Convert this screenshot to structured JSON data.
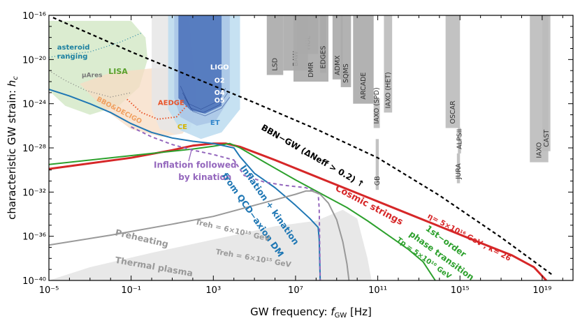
{
  "chart_data": {
    "type": "line",
    "title": "",
    "xlabel": "GW frequency: f_GW [Hz]",
    "ylabel": "characteristic GW strain: h_c",
    "xscale": "log",
    "yscale": "log",
    "xlim_log10": [
      -5,
      20.5
    ],
    "ylim_log10": [
      -40,
      -16
    ],
    "x_tick_labels": [
      "10⁻⁵",
      "10⁻¹",
      "10³",
      "10⁷",
      "10¹¹",
      "10¹⁵",
      "10¹⁹"
    ],
    "y_tick_labels": [
      "10⁻⁴⁰",
      "10⁻³⁶",
      "10⁻³²",
      "10⁻²⁸",
      "10⁻²⁴",
      "10⁻²⁰",
      "10⁻¹⁶"
    ],
    "colors": {
      "cosmic_strings": "#d62728",
      "first_order": "#2ca02c",
      "inflation_axion": "#1f77b4",
      "inflation_kination": "#9467bd",
      "preheating": "#999999",
      "bbn": "#000000",
      "aedge": "#e8542a",
      "bbo": "#f0a060",
      "lisa": "#5aa02c",
      "ligo": "#3355bb",
      "et": "#3388cc",
      "ce": "#d4b400",
      "ares": "#777777",
      "asteroid": "#1a7fa0"
    },
    "series": [
      {
        "name": "Cosmic strings",
        "label_params": "η = 5×10¹⁶ GeV , κ = 26",
        "log_points": [
          [
            -5,
            -29.9
          ],
          [
            -1,
            -28.9
          ],
          [
            1,
            -28.2
          ],
          [
            2,
            -27.8
          ],
          [
            3,
            -27.6
          ],
          [
            3.6,
            -27.6
          ],
          [
            4.3,
            -27.9
          ],
          [
            6,
            -29.1
          ],
          [
            8,
            -30.6
          ],
          [
            10,
            -32.1
          ],
          [
            12,
            -33.6
          ],
          [
            14,
            -35.1
          ],
          [
            16,
            -36.6
          ],
          [
            17.5,
            -37.7
          ],
          [
            18.6,
            -38.8
          ],
          [
            19.2,
            -40
          ]
        ]
      },
      {
        "name": "1st-order phase transition",
        "label_params": "T_p = 5×10¹⁰ GeV",
        "log_points": [
          [
            -5,
            -29.5
          ],
          [
            -2,
            -28.9
          ],
          [
            0,
            -28.5
          ],
          [
            2,
            -28.1
          ],
          [
            3,
            -27.85
          ],
          [
            3.8,
            -27.6
          ],
          [
            4.3,
            -28
          ],
          [
            5.5,
            -29.3
          ],
          [
            7,
            -30.9
          ],
          [
            8.5,
            -32.4
          ],
          [
            9.5,
            -33.4
          ],
          [
            10.5,
            -34.6
          ],
          [
            11.5,
            -35.9
          ],
          [
            12.5,
            -37.2
          ],
          [
            13.2,
            -38.3
          ],
          [
            13.8,
            -40
          ]
        ]
      },
      {
        "name": "Inflation + kination from QCD−axion DM",
        "log_points": [
          [
            -5,
            -22.7
          ],
          [
            -4,
            -23.3
          ],
          [
            -3,
            -24
          ],
          [
            -2,
            -24.8
          ],
          [
            -1,
            -25.8
          ],
          [
            0,
            -26.6
          ],
          [
            1,
            -27.1
          ],
          [
            2,
            -27.4
          ],
          [
            3,
            -27.6
          ],
          [
            4,
            -28
          ],
          [
            4.3,
            -28.8
          ],
          [
            5,
            -30.3
          ],
          [
            6,
            -31.6
          ],
          [
            7,
            -33.2
          ],
          [
            7.7,
            -34.4
          ],
          [
            8.1,
            -35.2
          ],
          [
            8.15,
            -36.3
          ],
          [
            8.2,
            -40
          ]
        ]
      },
      {
        "name": "Inflation followed by kination",
        "style": "dashed",
        "log_points": [
          [
            -1,
            -26.1
          ],
          [
            0,
            -27
          ],
          [
            1,
            -27.7
          ],
          [
            2,
            -28.2
          ],
          [
            3,
            -28.6
          ],
          [
            4,
            -29.1
          ],
          [
            4.5,
            -30.5
          ],
          [
            5.5,
            -31.1
          ],
          [
            6.5,
            -31.4
          ],
          [
            7.5,
            -31.6
          ],
          [
            8.1,
            -32.1
          ],
          [
            8.15,
            -33.5
          ],
          [
            8.2,
            -40
          ]
        ]
      },
      {
        "name": "Preheating",
        "label_params": "T_reh = 6×10¹⁵ GeV",
        "log_points": [
          [
            -5,
            -36.8
          ],
          [
            -2,
            -35.9
          ],
          [
            1,
            -34.9
          ],
          [
            3,
            -34.2
          ],
          [
            5,
            -33.2
          ],
          [
            7,
            -32.2
          ],
          [
            7.5,
            -31.9
          ],
          [
            7.8,
            -31.9
          ],
          [
            8.2,
            -32.2
          ],
          [
            8.6,
            -33
          ],
          [
            9,
            -34.5
          ],
          [
            9.3,
            -36.5
          ],
          [
            9.5,
            -38.5
          ],
          [
            9.6,
            -40
          ]
        ]
      },
      {
        "name": "BBN−GW (ΔN_eff > 0.2)",
        "style": "dashed",
        "log_points": [
          [
            -4.8,
            -16.2
          ],
          [
            -1,
            -19.3
          ],
          [
            2,
            -21.6
          ],
          [
            5,
            -23.9
          ],
          [
            8,
            -26.3
          ],
          [
            11,
            -28.9
          ],
          [
            14,
            -32.3
          ],
          [
            17,
            -36.1
          ],
          [
            19.5,
            -39.5
          ]
        ]
      }
    ],
    "regions": [
      {
        "name": "Thermal plasma",
        "label_params": "T_reh = 6×10¹⁵ GeV",
        "fill": "#e8e8e8",
        "log_points": [
          [
            -5,
            -40
          ],
          [
            -3,
            -38.8
          ],
          [
            0,
            -37.5
          ],
          [
            3,
            -36.3
          ],
          [
            6,
            -35.1
          ],
          [
            8,
            -34.6
          ],
          [
            9.3,
            -33.6
          ],
          [
            10,
            -34.4
          ],
          [
            10.5,
            -38
          ],
          [
            10.7,
            -40
          ]
        ]
      },
      {
        "name": "LISA",
        "fill": "#cfe6c0",
        "opacity": 0.75,
        "log_points": [
          [
            -5,
            -16.5
          ],
          [
            -1,
            -16.5
          ],
          [
            -0.3,
            -18
          ],
          [
            -0.2,
            -20
          ],
          [
            -0.6,
            -22.5
          ],
          [
            -1.6,
            -24.2
          ],
          [
            -3,
            -25
          ],
          [
            -4.2,
            -24.2
          ],
          [
            -5,
            -22.8
          ]
        ]
      },
      {
        "name": "BBO&DECIGO",
        "fill": "#f7dcc4",
        "opacity": 0.75,
        "log_points": [
          [
            -3.5,
            -22.2
          ],
          [
            -2.3,
            -24.5
          ],
          [
            -1,
            -26.3
          ],
          [
            0.5,
            -27
          ],
          [
            1.5,
            -26.7
          ],
          [
            2,
            -25.5
          ],
          [
            2.1,
            -22
          ],
          [
            1.3,
            -20.8
          ],
          [
            0,
            -20.8
          ],
          [
            -2,
            -21.2
          ]
        ]
      },
      {
        "name": "AEDGE",
        "fill": "#e6e6e6",
        "opacity": 0.85,
        "log_points": [
          [
            0,
            -16
          ],
          [
            1.8,
            -16
          ],
          [
            2,
            -20
          ],
          [
            2.2,
            -24
          ],
          [
            1.9,
            -26.2
          ],
          [
            1.2,
            -26.8
          ],
          [
            0.4,
            -26.3
          ],
          [
            0,
            -24.5
          ]
        ]
      },
      {
        "name": "ET",
        "fill": "#bcdcf0",
        "opacity": 0.85,
        "log_points": [
          [
            0.8,
            -16
          ],
          [
            4.3,
            -16
          ],
          [
            4.3,
            -24.5
          ],
          [
            3.4,
            -26.6
          ],
          [
            2.4,
            -27.2
          ],
          [
            1.4,
            -26.4
          ],
          [
            0.8,
            -24.5
          ]
        ]
      },
      {
        "name": "CE",
        "fill": "#a9c6e6",
        "opacity": 0.85,
        "log_points": [
          [
            1.1,
            -16
          ],
          [
            3.8,
            -16
          ],
          [
            3.8,
            -23.5
          ],
          [
            3.1,
            -25.6
          ],
          [
            2.2,
            -26
          ],
          [
            1.4,
            -25.2
          ],
          [
            1.1,
            -23.5
          ]
        ]
      },
      {
        "name": "LIGO",
        "fill": "#4169b5",
        "opacity": 0.8,
        "log_points": [
          [
            1.3,
            -16
          ],
          [
            3.4,
            -16
          ],
          [
            3.4,
            -24.2
          ],
          [
            2.6,
            -24.9
          ],
          [
            1.9,
            -24.6
          ],
          [
            1.3,
            -23.5
          ]
        ]
      }
    ],
    "detectors": [
      {
        "name": "LSD",
        "f_log10": [
          5.6,
          6.4
        ],
        "h_log10": [
          -16,
          -21.4
        ],
        "fill": "#aaaaaa"
      },
      {
        "name": "HOL",
        "f_log10": [
          7.1,
          8.1
        ],
        "h_log10": [
          -16,
          -19.5
        ],
        "fill": "#aaaaaa"
      },
      {
        "name": "BAW",
        "f_log10": [
          6.4,
          7.6
        ],
        "h_log10": [
          -16,
          -21
        ],
        "fill": "#aaaaaa"
      },
      {
        "name": "DMR",
        "f_log10": [
          6.9,
          8.6
        ],
        "h_log10": [
          -16,
          -22
        ],
        "fill": "#aaaaaa"
      },
      {
        "name": "EDGES",
        "f_log10": [
          8.2,
          8.5
        ],
        "h_log10": [
          -16,
          -21.2
        ],
        "fill": "#aaaaaa"
      },
      {
        "name": "ADMX",
        "f_log10": [
          8.8,
          9.3
        ],
        "h_log10": [
          -16,
          -21.8
        ],
        "fill": "#aaaaaa"
      },
      {
        "name": "SQMS",
        "f_log10": [
          9.2,
          9.7
        ],
        "h_log10": [
          -16,
          -22.5
        ],
        "fill": "#aaaaaa"
      },
      {
        "name": "ARCADE",
        "f_log10": [
          9.8,
          10.8
        ],
        "h_log10": [
          -16,
          -24
        ],
        "fill": "#aaaaaa"
      },
      {
        "name": "IAXO (HET)",
        "f_log10": [
          11.3,
          11.7
        ],
        "h_log10": [
          -16,
          -24.8
        ],
        "fill": "#bbbbbb"
      },
      {
        "name": "IAXO (SPD)",
        "f_log10": [
          10.8,
          11.1
        ],
        "h_log10": [
          -23.5,
          -26.2
        ],
        "fill": "#bbbbbb"
      },
      {
        "name": "GB",
        "f_log10": [
          10.9,
          11.05
        ],
        "h_log10": [
          -27.2,
          -31.8
        ],
        "fill": "#bbbbbb"
      },
      {
        "name": "OSCAR",
        "f_log10": [
          14.3,
          15.0
        ],
        "h_log10": [
          -16,
          -26.2
        ],
        "fill": "#bbbbbb"
      },
      {
        "name": "ALPSII",
        "f_log10": [
          14.9,
          15.05
        ],
        "h_log10": [
          -26.2,
          -28.5
        ],
        "fill": "#bbbbbb"
      },
      {
        "name": "JURA",
        "f_log10": [
          14.85,
          15.0
        ],
        "h_log10": [
          -28.5,
          -31.2
        ],
        "fill": "#bbbbbb"
      },
      {
        "name": "IAXO",
        "f_log10": [
          18.4,
          19.3
        ],
        "h_log10": [
          -16,
          -29.3
        ],
        "fill": "#bbbbbb"
      },
      {
        "name": "CAST",
        "f_log10": [
          19.0,
          19.4
        ],
        "h_log10": [
          -16,
          -28.3
        ],
        "fill": "#bbbbbb"
      }
    ],
    "labels": {
      "asteroid": "asteroid ranging",
      "ares": "μAres",
      "lisa": "LISA",
      "bbo": "BBO&DECIGO",
      "aedge": "AEDGE",
      "ce": "CE",
      "et": "ET",
      "ligo": "LIGO",
      "o2": "O2",
      "o4": "O4",
      "o5": "O5",
      "inflation_kination_1": "Inflation followed",
      "inflation_kination_2": "by kination",
      "axion_1": "Inflation + kination",
      "axion_2": "from QCD−axion DM",
      "cosmic_strings": "Cosmic strings",
      "first_order_1": "1st−order",
      "first_order_2": "phase transition",
      "preheating": "Preheating",
      "thermal_plasma": "Thermal plasma"
    }
  }
}
